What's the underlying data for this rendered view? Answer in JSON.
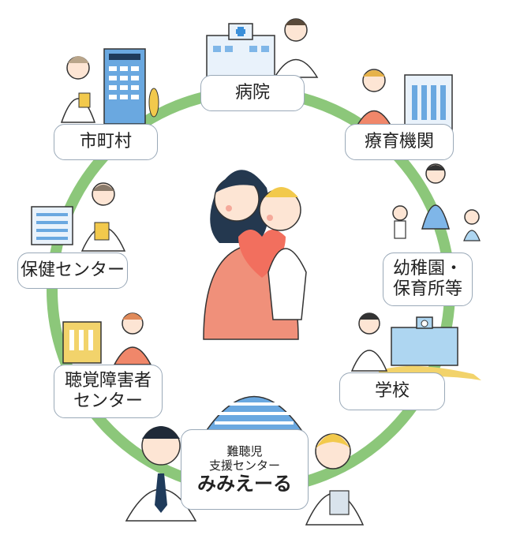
{
  "diagram": {
    "nodes": {
      "hospital": "病院",
      "municipality": "市町村",
      "therapy": "療育機関",
      "health_center": "保健センター",
      "kindergarten_line1": "幼稚園・",
      "kindergarten_line2": "保育所等",
      "hearing_center_line1": "聴覚障害者",
      "hearing_center_line2": "センター",
      "school": "学校",
      "center_line1": "難聴児",
      "center_line2": "支援センター",
      "center_name": "みみえーる"
    },
    "ring_color": "#8cc77a"
  }
}
